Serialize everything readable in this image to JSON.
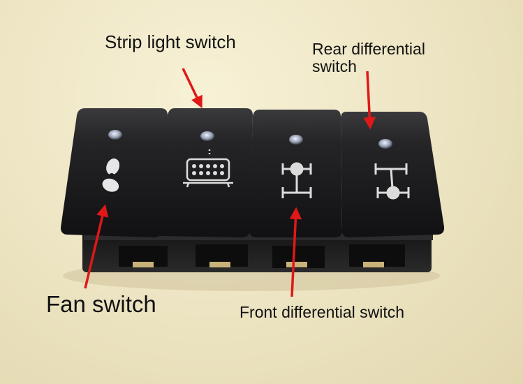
{
  "labels": {
    "strip_light": "Strip light switch",
    "rear_differential_line1": "Rear differential",
    "rear_differential_line2": "switch",
    "fan": "Fan switch",
    "front_differential": "Front differential switch"
  },
  "switches": [
    {
      "icon": "fan-icon"
    },
    {
      "icon": "light-bar-icon"
    },
    {
      "icon": "front-differential-icon"
    },
    {
      "icon": "rear-differential-icon"
    }
  ],
  "colors": {
    "arrow": "#e01818",
    "switch_body": "#1c1c1e",
    "icon": "#e8e8e8",
    "background": "#ede5c3"
  }
}
